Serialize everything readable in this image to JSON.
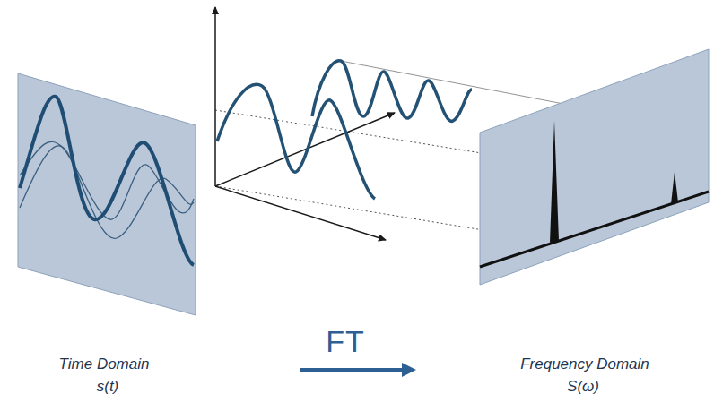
{
  "diagram": {
    "labels": [
      "Time Domain",
      "s(t)",
      "FT",
      "Frequency Domain",
      "S(ω)"
    ]
  }
}
